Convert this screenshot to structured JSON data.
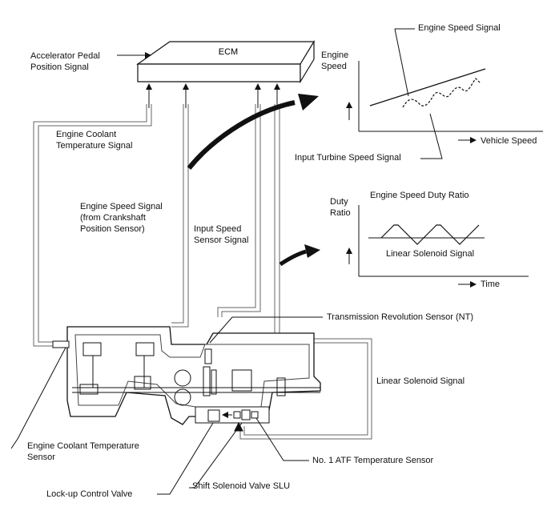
{
  "ecm_label": "ECM",
  "labels": {
    "accelerator_pedal": [
      "Accelerator Pedal",
      "Position Signal"
    ],
    "engine_coolant_temp_signal": [
      "Engine Coolant",
      "Temperature Signal"
    ],
    "engine_speed_signal_crank": [
      "Engine Speed Signal",
      "(from Crankshaft",
      "Position Sensor)"
    ],
    "input_speed_sensor_signal": [
      "Input Speed",
      "Sensor Signal"
    ],
    "transmission_revolution_sensor": "Transmission Revolution Sensor (NT)",
    "linear_solenoid_signal_right": "Linear Solenoid Signal",
    "engine_coolant_temp_sensor": [
      "Engine Coolant Temperature",
      "Sensor"
    ],
    "no1_atf_temp_sensor": "No. 1 ATF Temperature Sensor",
    "lockup_control_valve": "Lock-up Control Valve",
    "shift_solenoid_valve": "Shift Solenoid Valve SLU"
  },
  "graph_top": {
    "y_axis_label": [
      "Engine",
      "Speed"
    ],
    "x_axis_label": "Vehicle Speed",
    "engine_speed_signal": "Engine Speed Signal",
    "input_turbine_speed_signal": "Input Turbine Speed Signal"
  },
  "graph_bottom": {
    "title": "Engine Speed Duty Ratio",
    "y_axis_label": [
      "Duty",
      "Ratio"
    ],
    "x_axis_label": "Time",
    "waveform_label": "Linear Solenoid Signal"
  }
}
